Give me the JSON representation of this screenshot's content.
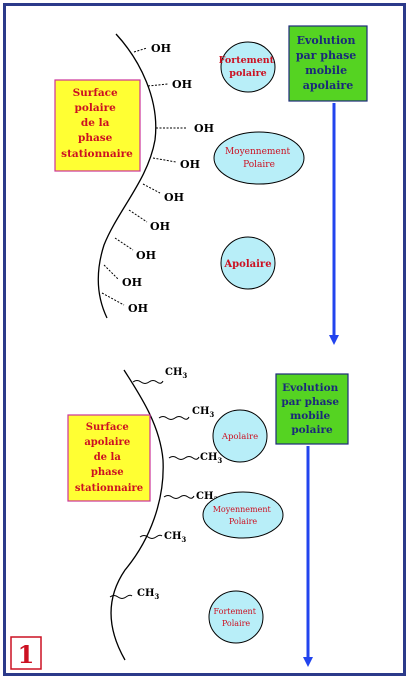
{
  "colors": {
    "frame": "#2b3a8a",
    "yellow_box": "#ffff33",
    "yellow_border": "#cc3399",
    "box_text": "#cc1122",
    "green_box": "#55d322",
    "green_border": "#1d2a7a",
    "green_text": "#1a2a7a",
    "ellipse_fill": "#b8eef8",
    "ellipse_stroke": "#000000",
    "ellipse_text": "#cc1122",
    "arrow": "#2244ee"
  },
  "top": {
    "surface_label": [
      "Surface",
      "polaire",
      "de la",
      "phase",
      "stationnaire"
    ],
    "groups": [
      "OH",
      "OH",
      "OH",
      "OH",
      "OH",
      "OH",
      "OH",
      "OH",
      "OH"
    ],
    "evolution_label": [
      "Evolution",
      "par phase",
      "mobile",
      "apolaire"
    ],
    "ellipses": [
      [
        "Fortement",
        "polaire"
      ],
      [
        "Moyennement",
        "Polaire"
      ],
      [
        "Apolaire"
      ]
    ]
  },
  "bottom": {
    "surface_label": [
      "Surface",
      "apolaire",
      "de la",
      "phase",
      "stationnaire"
    ],
    "groups": [
      "CH3",
      "CH3",
      "CH3",
      "CH3",
      "CH3",
      "CH3"
    ],
    "evolution_label": [
      "Evolution",
      "par phase",
      "mobile",
      "polaire"
    ],
    "ellipses": [
      [
        "Apolaire"
      ],
      [
        "Moyennement",
        "Polaire"
      ],
      [
        "Fortement",
        "Polaire"
      ]
    ]
  },
  "slide_number": "1"
}
